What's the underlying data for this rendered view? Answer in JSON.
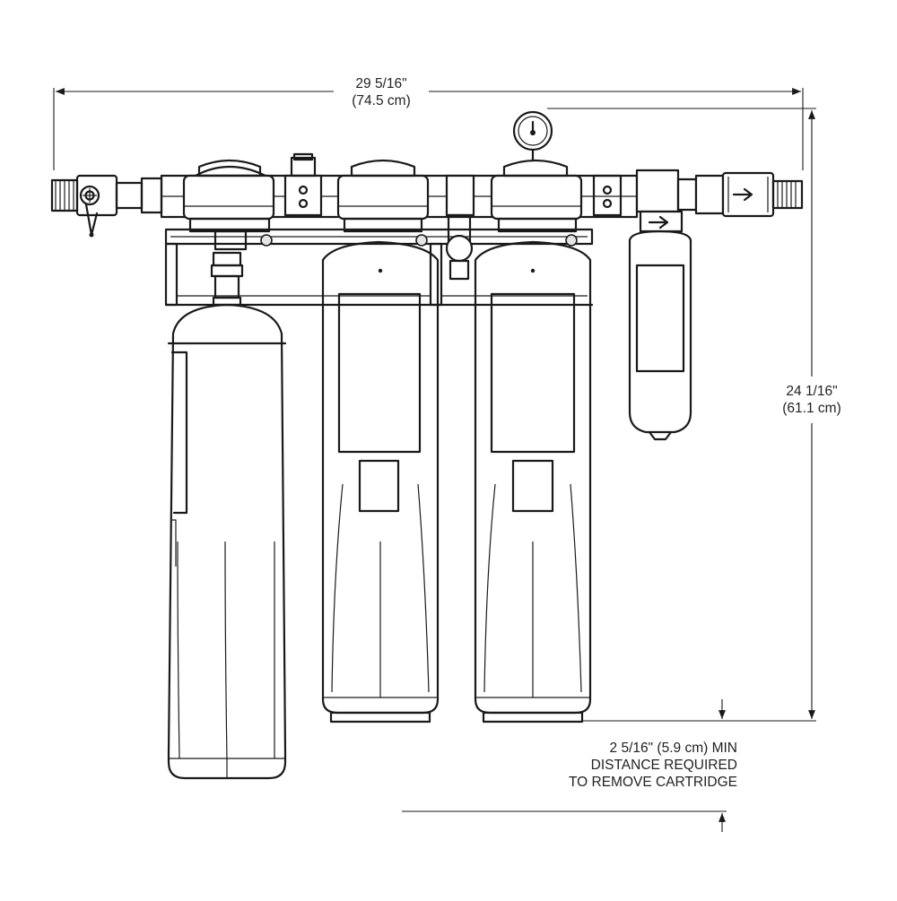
{
  "dimensions": {
    "width": {
      "imperial": "29 5/16\"",
      "metric": "(74.5 cm)"
    },
    "height": {
      "imperial": "24 1/16\"",
      "metric": "(61.1 cm)"
    },
    "clearance": {
      "line1": "2 5/16\" (5.9 cm) MIN",
      "line2": "DISTANCE REQUIRED",
      "line3": "TO REMOVE CARTRIDGE"
    }
  },
  "colors": {
    "line": "#1a1a1a",
    "background": "#ffffff"
  },
  "icons": [
    "pressure-gauge-icon",
    "flow-arrow-icon",
    "shutoff-valve-icon"
  ]
}
